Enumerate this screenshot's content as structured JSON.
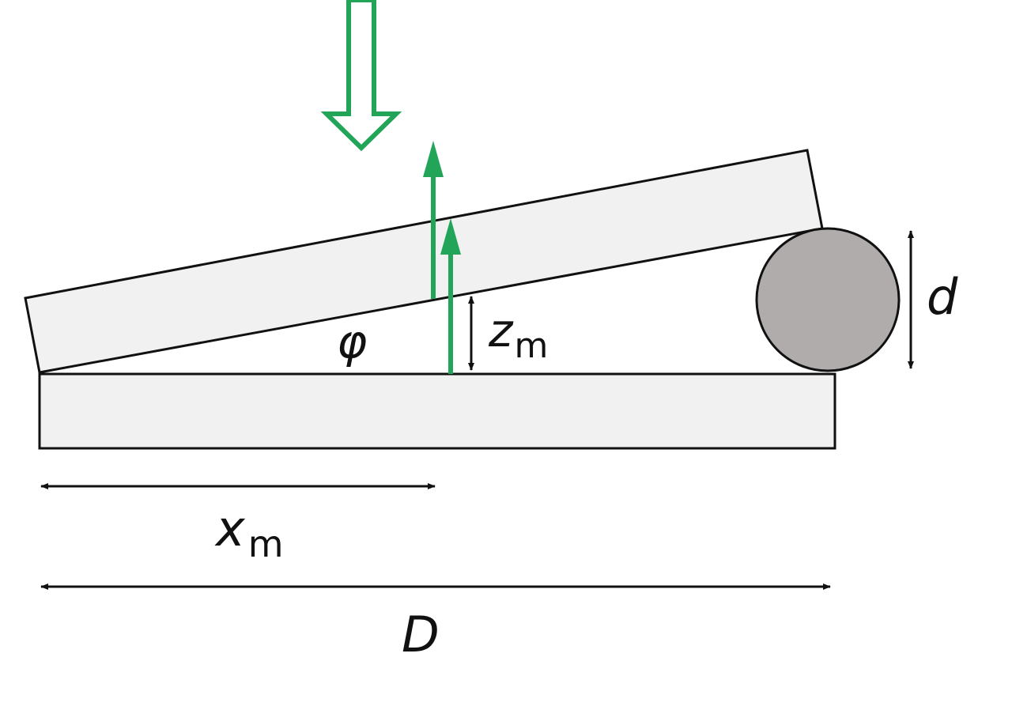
{
  "labels": {
    "phi": "φ",
    "z_main": "z",
    "z_sub": "m",
    "x_main": "x",
    "x_sub": "m",
    "d": "d",
    "D": "D"
  },
  "colors": {
    "plate_fill": "#f1f1f1",
    "outline": "#111111",
    "rod_fill": "#b0acab",
    "accent_green": "#22a559",
    "background": "#ffffff"
  },
  "icons": {
    "load_arrow": "hollow-down-arrow-icon",
    "force_arrows": "up-arrow-icon",
    "dimension_arrows": "double-headed-arrow-icon"
  }
}
